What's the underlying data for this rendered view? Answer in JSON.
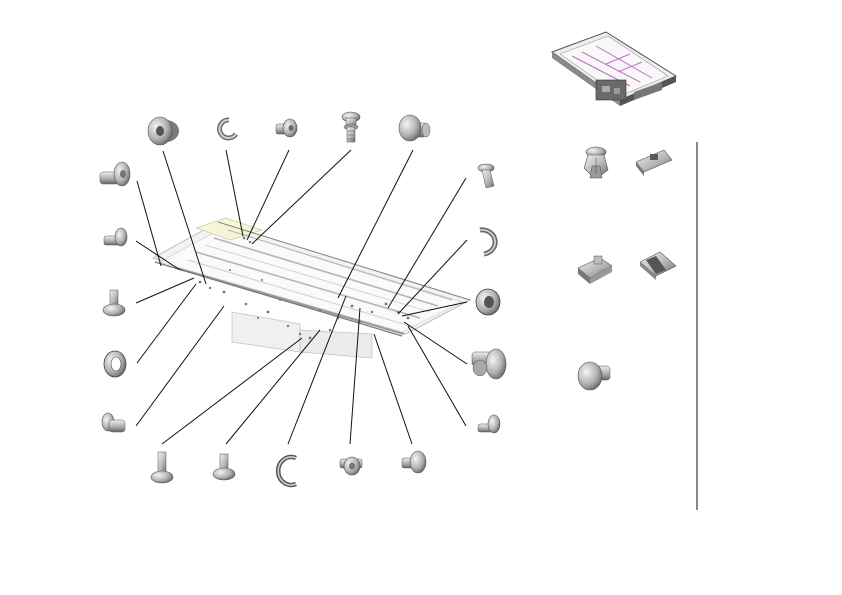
{
  "diagram": {
    "kind": "exploded-parts-view",
    "colors": {
      "background": "#ffffff",
      "part_light": "#e6e6e6",
      "part_mid": "#b5b5b5",
      "part_dark": "#6f6f6f",
      "outline": "#3a3a3a",
      "leader": "#111111",
      "belt_accent": "#c86ad0"
    },
    "parts_left": [
      {
        "id": "washer-thick",
        "icon": "thick-washer-icon"
      },
      {
        "id": "c-ring",
        "icon": "c-ring-icon"
      },
      {
        "id": "shoulder-screw-a",
        "icon": "shoulder-screw-icon"
      },
      {
        "id": "flange-screw-top",
        "icon": "flange-screw-icon"
      },
      {
        "id": "bushing-top",
        "icon": "bushing-icon"
      },
      {
        "id": "pin-left-1",
        "icon": "pin-icon"
      },
      {
        "id": "pin-left-2",
        "icon": "pin-icon"
      },
      {
        "id": "screw-left-3",
        "icon": "screw-icon"
      },
      {
        "id": "washer-left-4",
        "icon": "washer-icon"
      },
      {
        "id": "pin-left-5",
        "icon": "pin-icon"
      },
      {
        "id": "screw-bottom-1",
        "icon": "screw-icon"
      },
      {
        "id": "screw-bottom-2",
        "icon": "screw-icon"
      },
      {
        "id": "e-ring-bottom",
        "icon": "e-ring-icon"
      },
      {
        "id": "flange-screw-bottom",
        "icon": "flange-screw-icon"
      },
      {
        "id": "shoulder-screw-bottom",
        "icon": "shoulder-screw-icon"
      },
      {
        "id": "stud-right-1",
        "icon": "stud-icon"
      },
      {
        "id": "e-ring-right",
        "icon": "e-ring-icon"
      },
      {
        "id": "bushing-right",
        "icon": "bushing-icon"
      },
      {
        "id": "knob-right",
        "icon": "knob-icon"
      },
      {
        "id": "pin-right-5",
        "icon": "pin-icon"
      }
    ],
    "parts_right": [
      {
        "id": "clip-1",
        "icon": "snap-clip-icon"
      },
      {
        "id": "bracket-1",
        "icon": "bracket-icon"
      },
      {
        "id": "latch-1",
        "icon": "latch-icon"
      },
      {
        "id": "latch-2",
        "icon": "latch-icon"
      },
      {
        "id": "rivet-1",
        "icon": "rivet-icon"
      }
    ],
    "assemblies": [
      {
        "id": "transfer-unit-main",
        "icon": "transfer-assembly-icon"
      },
      {
        "id": "transfer-unit-thumb",
        "icon": "transfer-assembly-thumbnail-icon"
      }
    ]
  }
}
